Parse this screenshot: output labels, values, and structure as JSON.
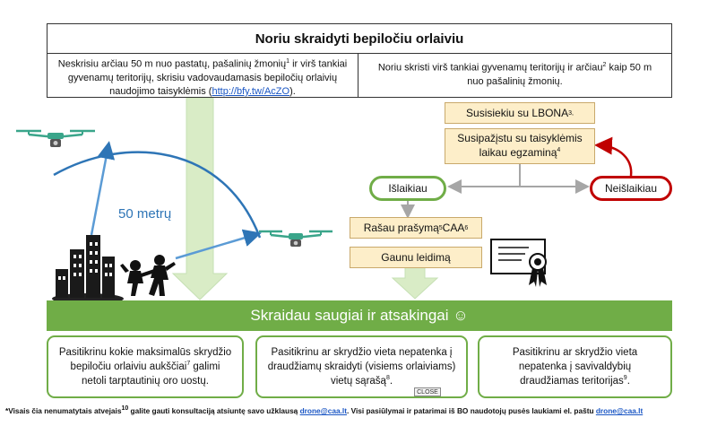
{
  "header": {
    "title": "Noriu skraidyti bepiločiu orlaiviu",
    "left_part1": "Neskrisiu arčiau 50 m nuo pastatų, pašalinių žmonių",
    "left_sup": "1",
    "left_part2": " ir virš tankiai gyvenamų teritorijų, skrisiu vadovaudamasis bepiločių orlaivių naudojimo taisyklėmis (",
    "left_link": "http://bfy.tw/AcZO",
    "left_part3": ").",
    "right_part1": "Noriu skristi virš tankiai gyvenamų teritorijų ir arčiau",
    "right_sup": "2",
    "right_part2": " kaip 50 m nuo pašalinių žmonių."
  },
  "steps": {
    "contact_text": "Susisiekiu su LBONA",
    "contact_sup": "3,",
    "exam_line1": "Susipažįstu su taisyklėmis",
    "exam_line2": "laikau egzaminą",
    "exam_sup": "4",
    "pass_label": "Išlaikiau",
    "fail_label": "Neišlaikiau",
    "request_text": "Rašau prašymą",
    "request_sup1": "5",
    "request_mid": " CAA",
    "request_sup2": "6",
    "permit_label": "Gaunu leidimą"
  },
  "height_label": "50 metrų",
  "banner": "Skraidau saugiai ir atsakingai ☺",
  "cards": {
    "card1_part1": "Pasitikrinu kokie maksimalūs skrydžio bepiločiu orlaiviu aukščiai",
    "card1_sup": "7",
    "card1_part2": " galimi netoli tarptautinių oro uostų.",
    "card2_part1": "Pasitikrinu ar skrydžio vieta nepatenka į draudžiamų skraidyti (visiems orlaiviams) vietų sąrašą",
    "card2_sup": "8",
    "card2_part2": ".",
    "card3_part1": "Pasitikrinu ar skrydžio vieta nepatenka į savivaldybių draudžiamas teritorijas",
    "card3_sup": "9",
    "card3_part2": "."
  },
  "close_label": "CLOSE",
  "footnote": {
    "part1": "*Visais čia nenumatytais atvejais",
    "sup": "10",
    "part2": " galite gauti konsultaciją atsiuntę savo užklausą ",
    "email1": "drone@caa.lt",
    "part3": ". Visi pasiūlymai ir patarimai iš BO naudotojų pusės laukiami el. paštu ",
    "email2": "drone@caa.lt"
  },
  "colors": {
    "green": "#70ad47",
    "light_green_arrow": "#d9ecc6",
    "step_fill": "#fdeec9",
    "fail_red": "#c00000",
    "blue_arc": "#2e75b6",
    "gray_connector": "#a6a6a6",
    "drone_green": "#3aa58a"
  },
  "icons": {
    "drone": "drone-icon",
    "buildings": "city-buildings-icon",
    "children": "children-playing-icon",
    "certificate": "certificate-icon"
  }
}
